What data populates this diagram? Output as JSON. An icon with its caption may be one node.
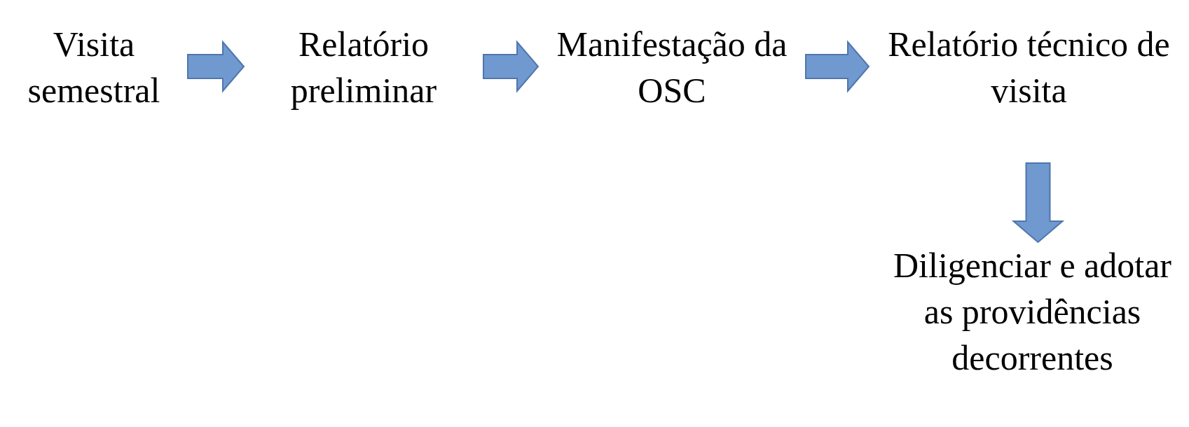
{
  "diagram": {
    "nodes": [
      {
        "text": [
          "Visita semestral"
        ]
      },
      {
        "text": [
          "Relatório preliminar"
        ]
      },
      {
        "text": [
          "Manifestação da OSC"
        ]
      },
      {
        "text": [
          "Relatório técnico de visita"
        ]
      },
      {
        "text": [
          "Diligenciar e adotar as providências decorrentes"
        ]
      }
    ],
    "edges": [
      {
        "from": 0,
        "to": 1,
        "arrow": "to"
      },
      {
        "from": 1,
        "to": 2,
        "arrow": "to"
      },
      {
        "from": 2,
        "to": 3,
        "arrow": "to"
      },
      {
        "from": 3,
        "to": 4,
        "arrow": "to"
      }
    ]
  }
}
